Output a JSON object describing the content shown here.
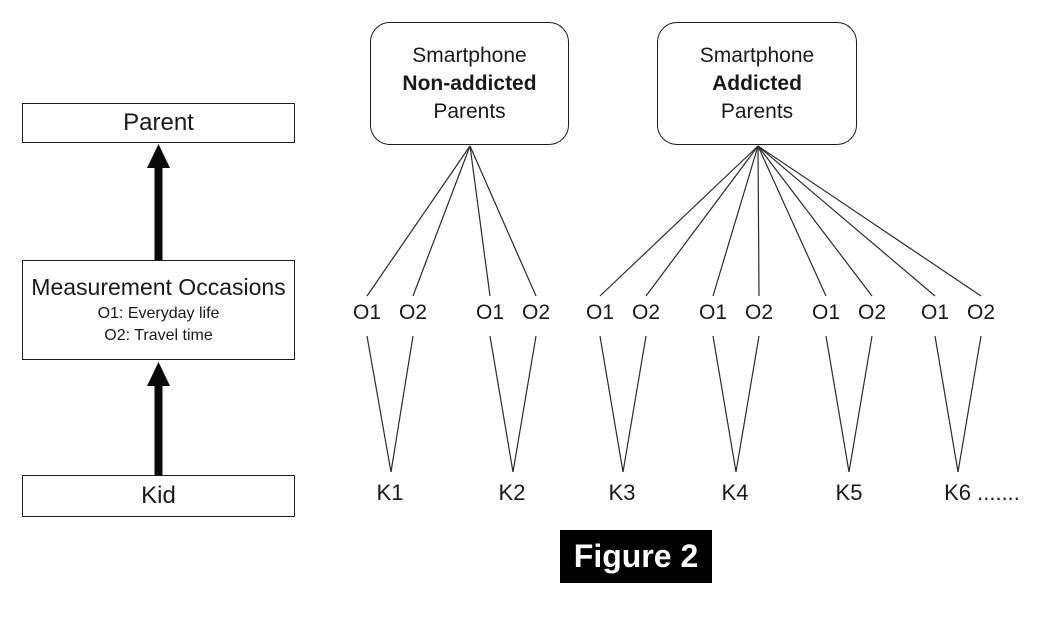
{
  "left_panel": {
    "parent_label": "Parent",
    "measurement_title": "Measurement Occasions",
    "measurement_sub1": "O1: Everyday life",
    "measurement_sub2": "O2: Travel time",
    "kid_label": "Kid"
  },
  "parent_groups": {
    "non_addicted": {
      "line1": "Smartphone",
      "line2": "Non-addicted",
      "line3": "Parents"
    },
    "addicted": {
      "line1": "Smartphone",
      "line2": "Addicted",
      "line3": "Parents"
    }
  },
  "occasion_labels": [
    "O1",
    "O2",
    "O1",
    "O2",
    "O1",
    "O2",
    "O1",
    "O2",
    "O1",
    "O2",
    "O1",
    "O2"
  ],
  "kid_labels": [
    "K1",
    "K2",
    "K3",
    "K4",
    "K5",
    "K6 ......."
  ],
  "caption": "Figure 2",
  "colors": {
    "line": "#2b2b2b",
    "caption_bg": "#000000",
    "caption_fg": "#ffffff"
  }
}
